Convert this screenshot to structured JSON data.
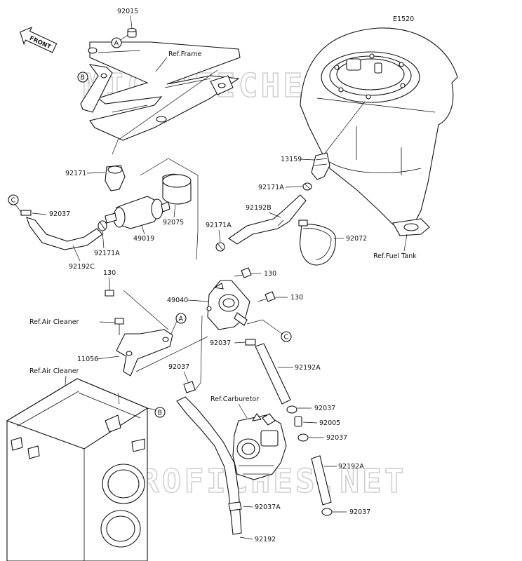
{
  "diagram_code": "E1520",
  "front_badge": "FRONT",
  "watermark": "MICROFICHES.NET",
  "callouts": {
    "a": "A",
    "b": "B",
    "c": "C"
  },
  "refs": {
    "frame": "Ref.Frame",
    "fuel_tank": "Ref.Fuel Tank",
    "air_cleaner_top": "Ref.Air Cleaner",
    "air_cleaner_box": "Ref.Air Cleaner",
    "carburetor": "Ref.Carburetor"
  },
  "parts": {
    "p92015": "92015",
    "p92171_filter": "92171",
    "p92037_left": "92037",
    "p49019": "49019",
    "p92075": "92075",
    "p92171A_left": "92171A",
    "p92192C": "92192C",
    "p13159": "13159",
    "p92171A_tank": "92171A",
    "p92192B": "92192B",
    "p92171A_mid": "92171A",
    "p92072": "92072",
    "p130_top": "130",
    "p130_right": "130",
    "p130_left": "130",
    "p49040": "49040",
    "p11056": "11056",
    "p92037_pump": "92037",
    "p92037_mid": "92037",
    "p92192A_upper": "92192A",
    "p92037_carb1": "92037",
    "p92005": "92005",
    "p92037_carb2": "92037",
    "p92192A_lower": "92192A",
    "p92037_bottom": "92037",
    "p92037A": "92037A",
    "p92192": "92192"
  }
}
